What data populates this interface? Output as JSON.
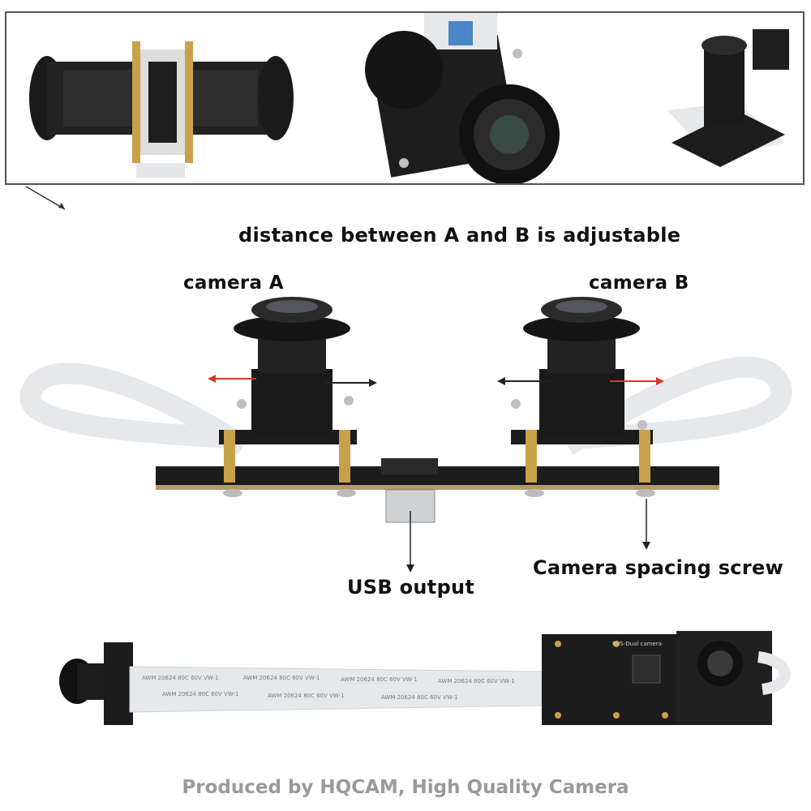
{
  "headline": "distance between A and B is adjustable",
  "labels": {
    "camera_a": "camera A",
    "camera_b": "camera B",
    "usb_output": "USB output",
    "spacing_screw": "Camera spacing screw"
  },
  "cable_print": "AWM 20624 80C 60V VW-1",
  "board_print": "RVS-Dual camera",
  "footer": "Produced by HQCAM, High Quality Camera",
  "colors": {
    "pcb": "#1c1c1c",
    "brass": "#c8a24a",
    "ribbon": "#e6e8ea",
    "arrow_red": "#d23a2a",
    "arrow_black": "#222222",
    "footer_text": "#9a9a9a"
  }
}
